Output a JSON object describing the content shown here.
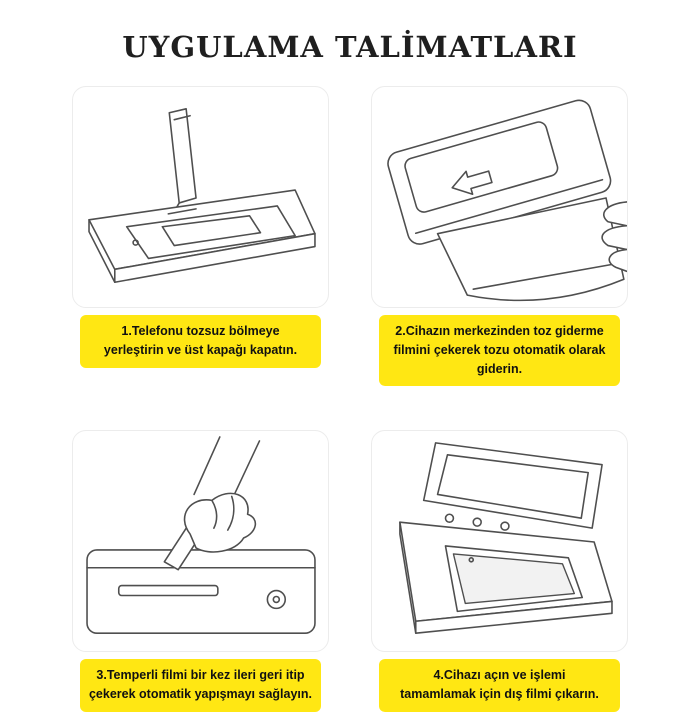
{
  "title": "UYGULAMA TALİMATLARI",
  "colors": {
    "accent": "#FFE713",
    "line_art": "#4f4f4f",
    "panel_border": "#ececec"
  },
  "steps": [
    {
      "illustration": "device-lid-open-insert-phone",
      "lines": [
        "1.Telefonu tozsuz bölmeye",
        "yerleştirin ve üst kapağı kapatın."
      ]
    },
    {
      "illustration": "pull-dust-removal-film-with-hand-arrow",
      "lines": [
        "2.Cihazın merkezinden toz giderme",
        "filmini çekerek tozu otomatik olarak giderin."
      ]
    },
    {
      "illustration": "hand-push-pull-tempered-film-tab",
      "lines": [
        "3.Temperli filmi bir kez ileri geri itip",
        "çekerek otomatik yapışmayı sağlayın."
      ]
    },
    {
      "illustration": "device-open-remove-outer-film",
      "lines": [
        "4.Cihazı açın ve işlemi",
        "tamamlamak için dış filmi çıkarın."
      ]
    }
  ]
}
